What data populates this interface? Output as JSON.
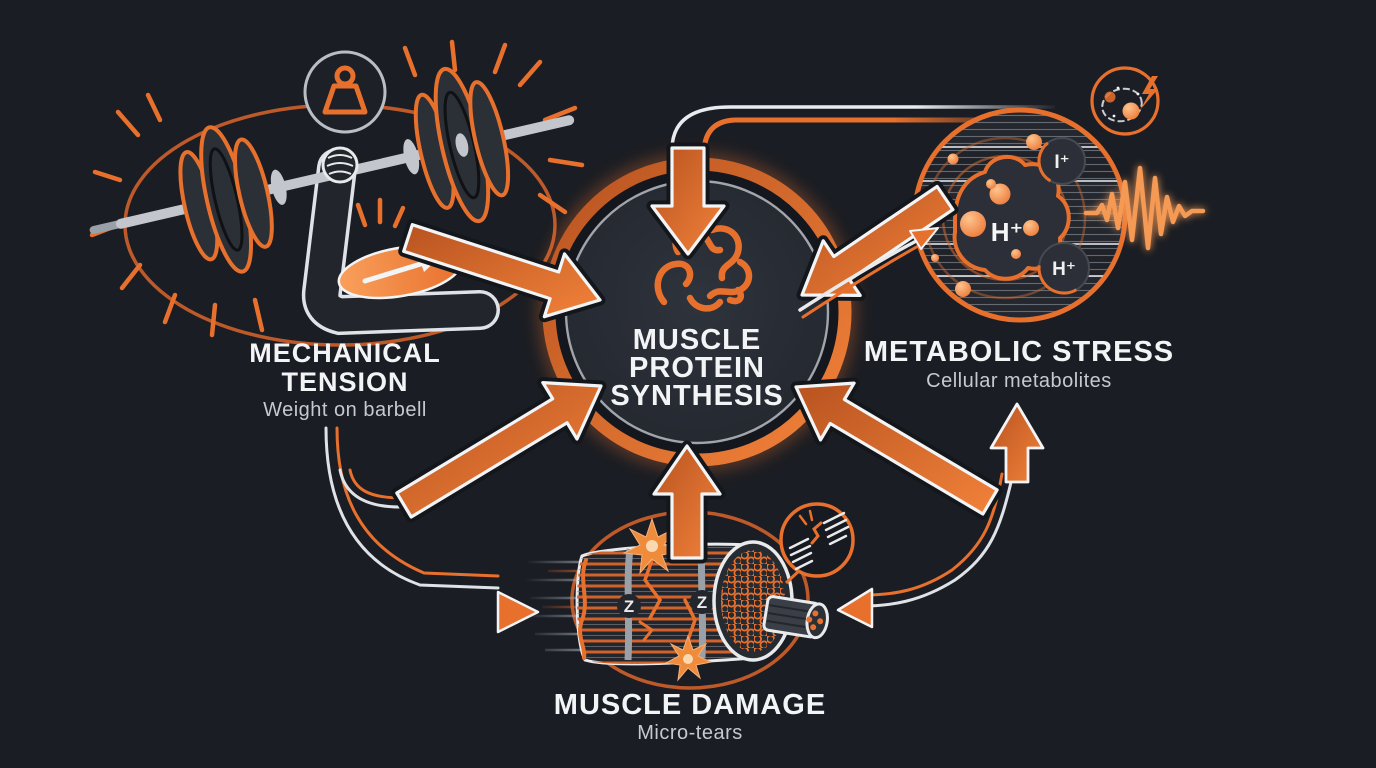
{
  "colors": {
    "background": "#1a1d23",
    "accent_orange": "#e8702d",
    "accent_orange_bright": "#f59a55",
    "outline_white": "#f3f4f6",
    "muted_gray": "#c6cad0",
    "panel_dark": "#262b33"
  },
  "center": {
    "line1": "MUSCLE",
    "line2": "PROTEIN",
    "line3": "SYNTHESIS",
    "icon": "protein-tangle-icon"
  },
  "nodes": {
    "mechanical_tension": {
      "title_line1": "MECHANICAL",
      "title_line2": "TENSION",
      "subtitle": "Weight on barbell",
      "icon": "barbell-curl-icon",
      "badge_icon": "weight-icon"
    },
    "metabolic_stress": {
      "title": "METABOLIC STRESS",
      "subtitle": "Cellular metabolites",
      "icon": "cell-metabolites-icon",
      "badge_icon": "cell-lightning-icon",
      "ion_main": "H⁺",
      "ion_top": "I⁺",
      "ion_bottom": "H⁺",
      "wave_icon": "pulse-wave-icon"
    },
    "muscle_damage": {
      "title": "MUSCLE DAMAGE",
      "subtitle": "Micro-tears",
      "icon": "muscle-fiber-icon",
      "badge_icon": "torn-fiber-icon",
      "z1": "Z",
      "z2": "Z"
    }
  }
}
